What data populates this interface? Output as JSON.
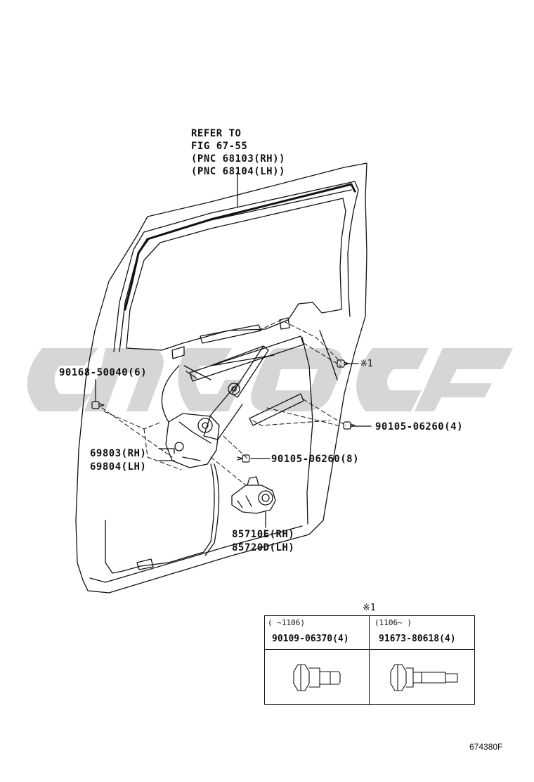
{
  "reference": {
    "lines": [
      "REFER TO",
      "FIG 67-55",
      "(PNC 68103(RH))",
      "(PNC 68104(LH))"
    ]
  },
  "parts": {
    "screw_door_panel": "90168-50040(6)",
    "bolt_upper": "90105-06260(4)",
    "bolt_lower": "90105-06260(8)",
    "regulator_rh": "69803(RH)",
    "regulator_lh": "69804(LH)",
    "motor_rh": "85710E(RH)",
    "motor_lh": "85720D(LH)"
  },
  "note_marker": "※1",
  "note_table": {
    "title": "※1",
    "columns": [
      {
        "range": "(     ~1106)",
        "part_no": "90109-06370(4)"
      },
      {
        "range": "(1106~     )",
        "part_no": "91673-80618(4)"
      }
    ]
  },
  "figure_code": "674380F"
}
